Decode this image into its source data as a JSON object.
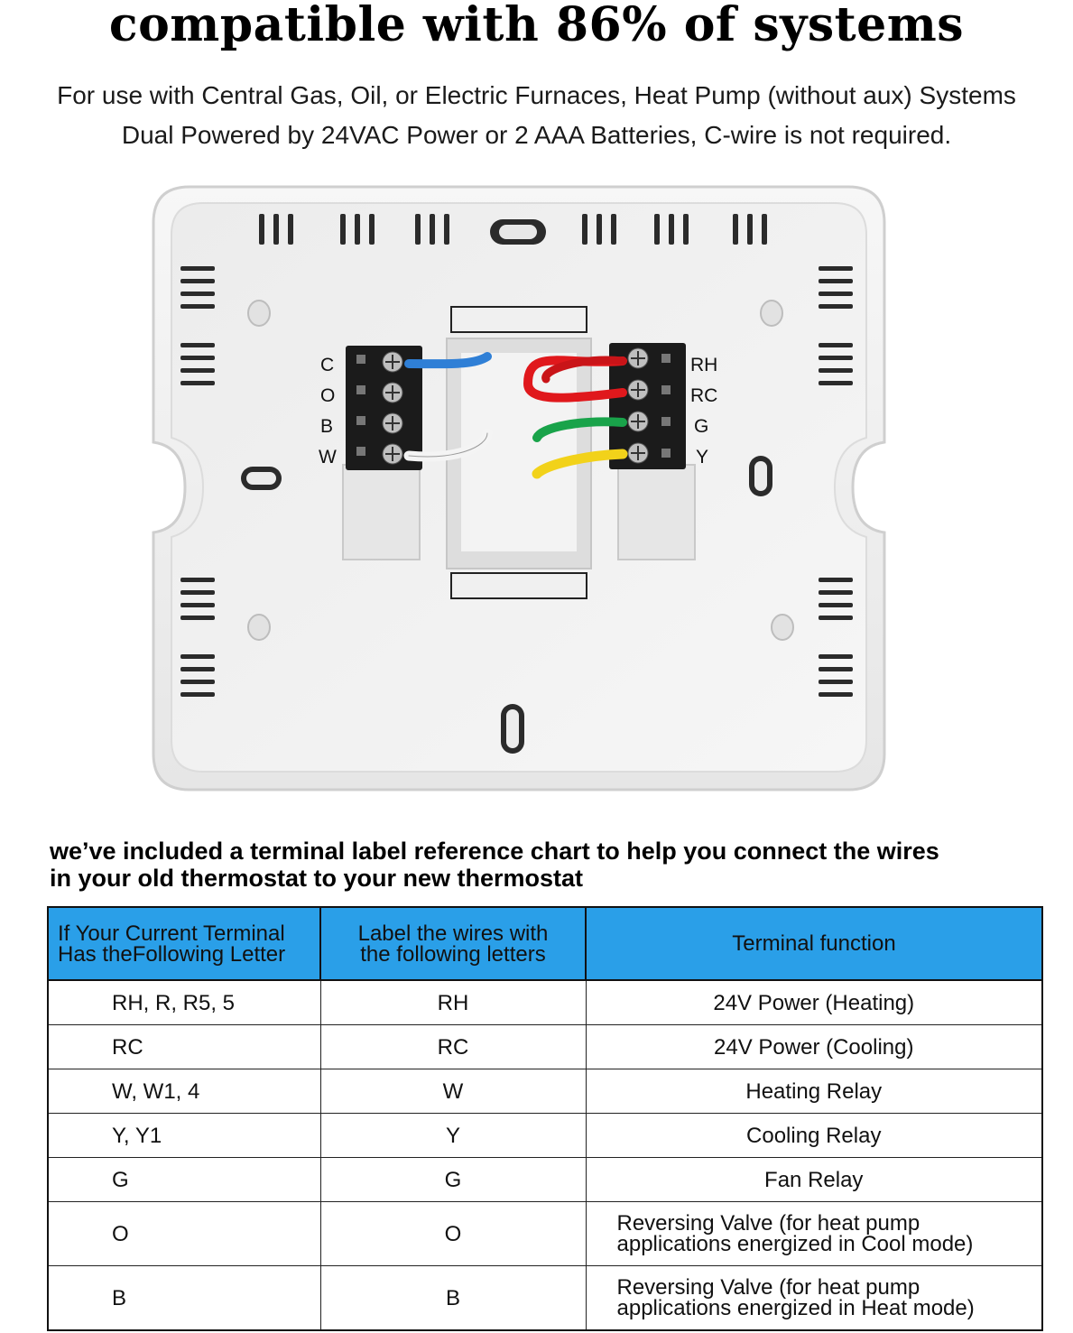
{
  "header": {
    "title": "compatible with 86% of systems",
    "line1": "For use with Central Gas, Oil, or Electric Furnaces, Heat Pump (without aux) Systems",
    "line2": "Dual Powered by 24VAC Power or 2 AAA Batteries, C-wire is not required."
  },
  "diagram": {
    "left_terminals": [
      "C",
      "O",
      "B",
      "W"
    ],
    "right_terminals": [
      "RH",
      "RC",
      "G",
      "Y"
    ],
    "wire_colors": {
      "blue": "#2f7fd6",
      "white": "#f4f4f4",
      "red": "#e0181c",
      "green": "#19a34a",
      "yellow": "#f2d21a"
    }
  },
  "reference": {
    "heading_line1": "we’ve included a terminal label reference chart to help you connect the wires",
    "heading_line2": "in your old thermostat to your new thermostat",
    "header_color": "#2a9fe8",
    "columns": {
      "col1_line1": "If Your Current Terminal",
      "col1_line2": "Has theFollowing Letter",
      "col2_line1": "Label the wires with",
      "col2_line2": "the following letters",
      "col3": "Terminal function"
    },
    "rows": [
      {
        "current": "RH, R, R5, 5",
        "label": "RH",
        "function": "24V Power (Heating)"
      },
      {
        "current": "RC",
        "label": "RC",
        "function": "24V Power (Cooling)"
      },
      {
        "current": "W, W1, 4",
        "label": "W",
        "function": "Heating Relay"
      },
      {
        "current": "Y, Y1",
        "label": "Y",
        "function": "Cooling Relay"
      },
      {
        "current": "G",
        "label": "G",
        "function": "Fan Relay"
      },
      {
        "current": "O",
        "label": "O",
        "function_line1": "Reversing Valve (for heat pump",
        "function_line2": "applications energized in Cool mode)"
      },
      {
        "current": "B",
        "label": "B",
        "function_line1": "Reversing Valve (for heat pump",
        "function_line2": "applications energized in Heat mode)"
      }
    ]
  }
}
